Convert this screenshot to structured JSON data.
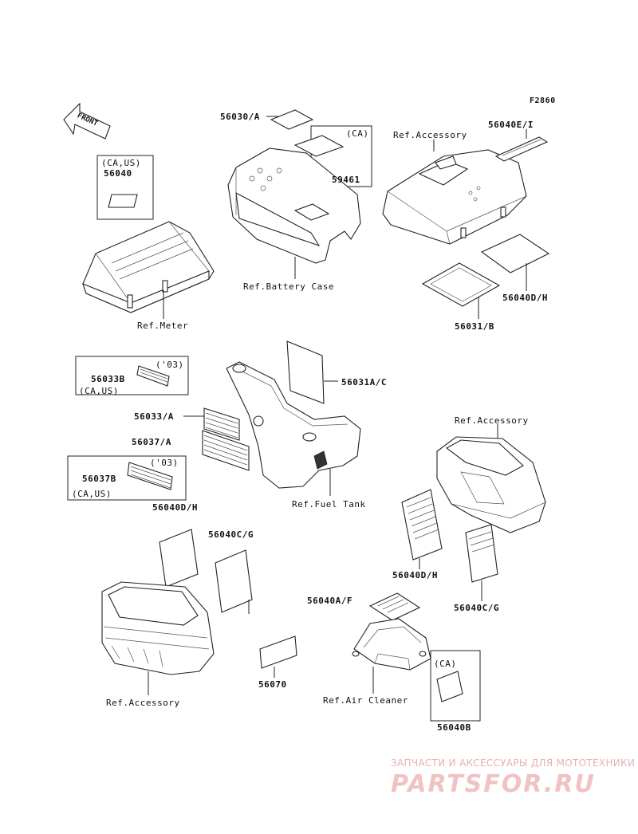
{
  "figure_code": "F2860",
  "front_arrow_text": "FRONT",
  "labels": {
    "p56040_note": "(CA,US)",
    "p56040": "56040",
    "ref_meter": "Ref.Meter",
    "p56030": "56030/A",
    "p59461_note": "(CA)",
    "p59461": "59461",
    "ref_battery_case": "Ref.Battery Case",
    "ref_accessory_top": "Ref.Accessory",
    "p56040e": "56040E/I",
    "p56040d_top": "56040D/H",
    "p56031b": "56031/B",
    "p56033b_note": "('03)",
    "p56033b": "56033B",
    "p56033b_region": "(CA,US)",
    "p56031ac": "56031A/C",
    "p56033a": "56033/A",
    "p56037a": "56037/A",
    "p56037b_note": "('03)",
    "p56037b": "56037B",
    "p56037b_region": "(CA,US)",
    "ref_fuel_tank": "Ref.Fuel Tank",
    "ref_accessory_right": "Ref.Accessory",
    "p56040d_left": "56040D/H",
    "p56040c_left": "56040C/G",
    "p56040d_right": "56040D/H",
    "p56040c_right": "56040C/G",
    "p56040a": "56040A/F",
    "p56040b_note": "(CA)",
    "p56070": "56070",
    "ref_air_cleaner": "Ref.Air Cleaner",
    "p56040b": "56040B",
    "ref_accessory_bottom": "Ref.Accessory"
  },
  "watermark": {
    "line1": "ЗАПЧАСТИ И АКСЕССУАРЫ ДЛЯ МОТОТЕХНИКИ",
    "line2": "PARTSFOR.RU"
  }
}
